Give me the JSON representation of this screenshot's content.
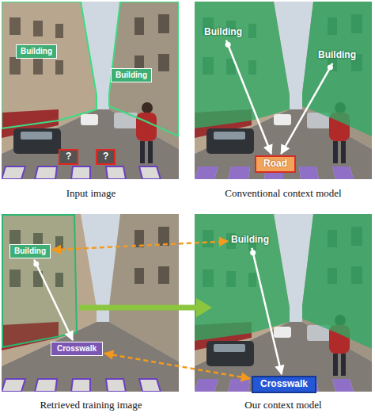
{
  "diagram": {
    "nodes": [
      {
        "text": [
          "Building"
        ]
      },
      {
        "text": [
          "Building"
        ]
      },
      {
        "text": [
          "?"
        ]
      },
      {
        "text": [
          "?"
        ]
      },
      {
        "text": [
          "Building"
        ]
      },
      {
        "text": [
          "Building"
        ]
      },
      {
        "text": [
          "Road"
        ]
      },
      {
        "text": [
          "Building"
        ]
      },
      {
        "text": [
          "Crosswalk"
        ]
      },
      {
        "text": [
          "Building"
        ]
      },
      {
        "text": [
          "Crosswalk"
        ]
      }
    ],
    "edges": [
      {
        "from": 4,
        "to": 6,
        "arrow": "to"
      },
      {
        "from": 5,
        "to": 6,
        "arrow": "to"
      },
      {
        "from": 7,
        "to": 8,
        "arrow": "to"
      },
      {
        "from": 7,
        "to": 9,
        "arrow": "both"
      },
      {
        "from": 8,
        "to": 10,
        "arrow": "both"
      },
      {
        "from": 9,
        "to": 10,
        "arrow": "to"
      }
    ],
    "labels": [
      "Input image",
      "Conventional context model",
      "Retrieved training image",
      "Our context model"
    ]
  }
}
